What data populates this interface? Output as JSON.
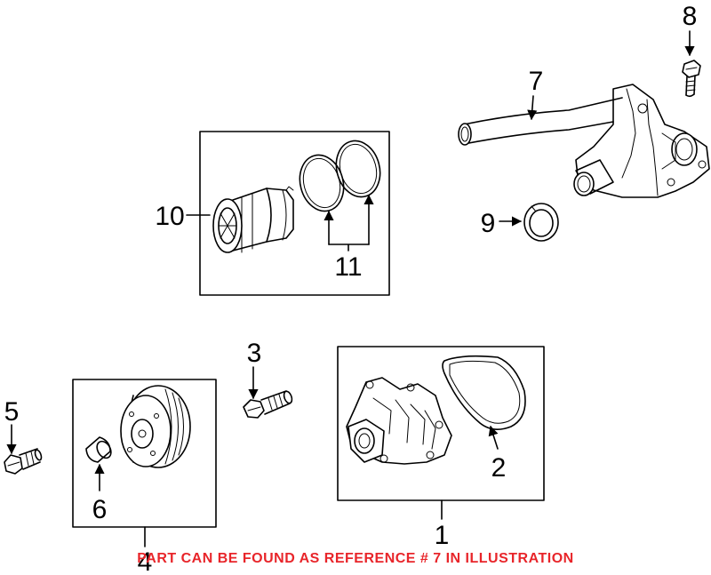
{
  "callouts": {
    "c1": "1",
    "c2": "2",
    "c3": "3",
    "c4": "4",
    "c5": "5",
    "c6": "6",
    "c7": "7",
    "c8": "8",
    "c9": "9",
    "c10": "10",
    "c11": "11"
  },
  "note": "PART CAN BE FOUND AS REFERENCE # 7 IN ILLUSTRATION",
  "colors": {
    "note": "#e8252a",
    "line": "#000000"
  }
}
